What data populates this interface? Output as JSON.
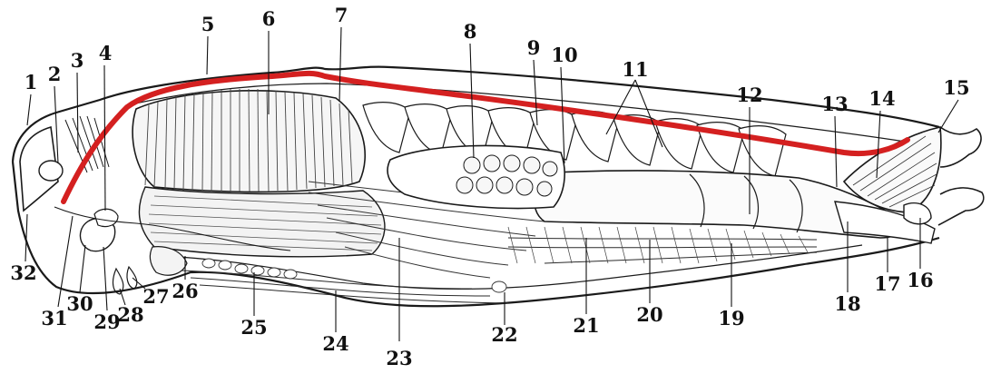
{
  "figure": {
    "callouts": [
      {
        "id": "c1",
        "label": "1"
      },
      {
        "id": "c2",
        "label": "2"
      },
      {
        "id": "c3",
        "label": "3"
      },
      {
        "id": "c4",
        "label": "4"
      },
      {
        "id": "c5",
        "label": "5"
      },
      {
        "id": "c6",
        "label": "6"
      },
      {
        "id": "c7",
        "label": "7"
      },
      {
        "id": "c8",
        "label": "8"
      },
      {
        "id": "c9",
        "label": "9"
      },
      {
        "id": "c10",
        "label": "10"
      },
      {
        "id": "c11",
        "label": "11"
      },
      {
        "id": "c12",
        "label": "12"
      },
      {
        "id": "c13",
        "label": "13"
      },
      {
        "id": "c14",
        "label": "14"
      },
      {
        "id": "c15",
        "label": "15"
      },
      {
        "id": "c16",
        "label": "16"
      },
      {
        "id": "c17",
        "label": "17"
      },
      {
        "id": "c18",
        "label": "18"
      },
      {
        "id": "c19",
        "label": "19"
      },
      {
        "id": "c20",
        "label": "20"
      },
      {
        "id": "c21",
        "label": "21"
      },
      {
        "id": "c22",
        "label": "22"
      },
      {
        "id": "c23",
        "label": "23"
      },
      {
        "id": "c24",
        "label": "24"
      },
      {
        "id": "c25",
        "label": "25"
      },
      {
        "id": "c26",
        "label": "26"
      },
      {
        "id": "c27",
        "label": "27"
      },
      {
        "id": "c28",
        "label": "28"
      },
      {
        "id": "c29",
        "label": "29"
      },
      {
        "id": "c30",
        "label": "30"
      },
      {
        "id": "c31",
        "label": "31"
      },
      {
        "id": "c32",
        "label": "32"
      }
    ],
    "colors": {
      "vessel": "#d42020",
      "ink": "#1a1a1a",
      "paper": "#ffffff"
    }
  }
}
